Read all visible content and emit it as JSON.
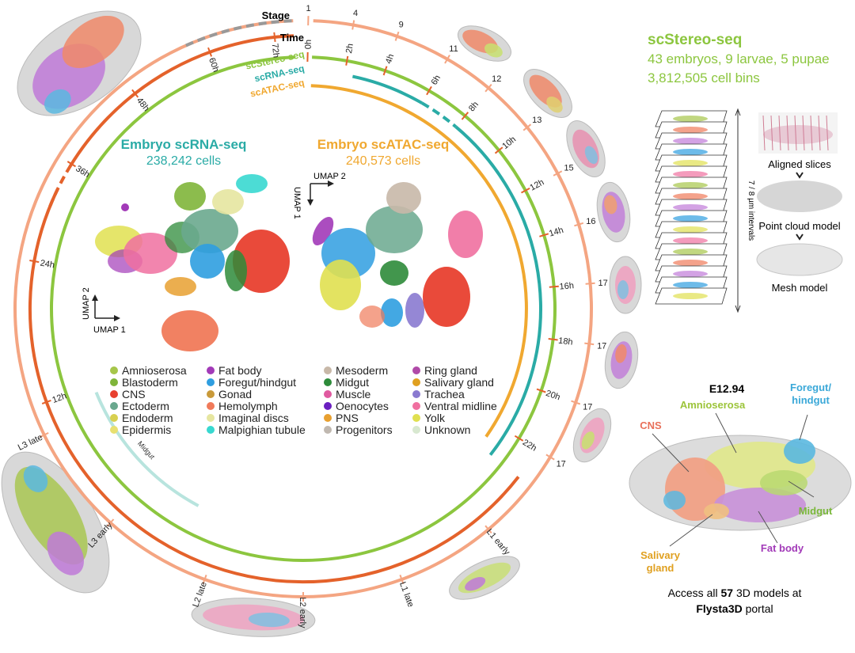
{
  "ring_labels": {
    "stage_label": "Stage",
    "time_label": "Time",
    "series": [
      {
        "name": "scStereo-seq",
        "color": "#8cc63f"
      },
      {
        "name": "scRNA-seq",
        "color": "#2aaba6"
      },
      {
        "name": "scATAC-seq",
        "color": "#f0a830"
      }
    ],
    "colors": {
      "stage": "#f4a582",
      "time_dark": "#e4622b",
      "stereo": "#8cc63f",
      "rna": "#2aaba6",
      "atac": "#f0a830",
      "midgut": "#b8e4de"
    }
  },
  "stages": [
    {
      "label": "1",
      "angle": 1
    },
    {
      "label": "4",
      "angle": 10
    },
    {
      "label": "9",
      "angle": 19
    },
    {
      "label": "11",
      "angle": 30
    },
    {
      "label": "12",
      "angle": 40
    },
    {
      "label": "13",
      "angle": 51
    },
    {
      "label": "15",
      "angle": 62
    },
    {
      "label": "16",
      "angle": 73
    },
    {
      "label": "17",
      "angle": 85
    },
    {
      "label": "17",
      "angle": 97
    },
    {
      "label": "17",
      "angle": 109
    },
    {
      "label": "17",
      "angle": 121
    },
    {
      "label": "L1 early",
      "angle": 140
    },
    {
      "label": "L1 late",
      "angle": 160
    },
    {
      "label": "L2 early",
      "angle": 180
    },
    {
      "label": "L2 late",
      "angle": 200
    },
    {
      "label": "L3 early",
      "angle": 222
    },
    {
      "label": "L3 late",
      "angle": 244
    }
  ],
  "times_inner": [
    {
      "label": "0h",
      "angle": 1
    },
    {
      "label": "2h",
      "angle": 10
    },
    {
      "label": "4h",
      "angle": 19
    },
    {
      "label": "6h",
      "angle": 30
    },
    {
      "label": "8h",
      "angle": 40
    },
    {
      "label": "10h",
      "angle": 51
    },
    {
      "label": "12h",
      "angle": 62
    },
    {
      "label": "14h",
      "angle": 73
    },
    {
      "label": "16h",
      "angle": 85
    },
    {
      "label": "18h",
      "angle": 97
    },
    {
      "label": "20h",
      "angle": 109
    },
    {
      "label": "22h",
      "angle": 121
    }
  ],
  "times_outer": [
    {
      "label": "12h",
      "angle": 250
    },
    {
      "label": "24h",
      "angle": 280
    },
    {
      "label": "36h",
      "angle": 302
    },
    {
      "label": "48h",
      "angle": 322
    },
    {
      "label": "60h",
      "angle": 340
    },
    {
      "label": "72h",
      "angle": 354
    }
  ],
  "midgut_label": "Midgut",
  "rna_panel": {
    "title": "Embryo scRNA-seq",
    "count": "238,242 cells",
    "axis_y": "UMAP 2",
    "axis_x": "UMAP 1"
  },
  "atac_panel": {
    "title": "Embryo scATAC-seq",
    "count": "240,573 cells",
    "axis_y": "UMAP 2",
    "axis_x": "UMAP 1"
  },
  "legend": [
    {
      "label": "Amnioserosa",
      "color": "#a6c64a"
    },
    {
      "label": "Blastoderm",
      "color": "#7fb53a"
    },
    {
      "label": "CNS",
      "color": "#e8402f"
    },
    {
      "label": "Ectoderm",
      "color": "#6aa88e"
    },
    {
      "label": "Endoderm",
      "color": "#d8d050"
    },
    {
      "label": "Epidermis",
      "color": "#e8e070"
    },
    {
      "label": "Fat body",
      "color": "#a23ab8"
    },
    {
      "label": "Foregut/hindgut",
      "color": "#2f9ee0"
    },
    {
      "label": "Gonad",
      "color": "#c99a3a"
    },
    {
      "label": "Hemolymph",
      "color": "#f07a5a"
    },
    {
      "label": "Imaginal discs",
      "color": "#e6e6a0"
    },
    {
      "label": "Malpighian tubule",
      "color": "#38d8d0"
    },
    {
      "label": "Mesoderm",
      "color": "#c8b8a8"
    },
    {
      "label": "Midgut",
      "color": "#2e8b3a"
    },
    {
      "label": "Muscle",
      "color": "#e05aa0"
    },
    {
      "label": "Oenocytes",
      "color": "#6a1fc0"
    },
    {
      "label": "PNS",
      "color": "#e8a030"
    },
    {
      "label": "Progenitors",
      "color": "#c0b8b0"
    },
    {
      "label": "Ring gland",
      "color": "#b04aa8"
    },
    {
      "label": "Salivary gland",
      "color": "#e0a020"
    },
    {
      "label": "Trachea",
      "color": "#8a7ad0"
    },
    {
      "label": "Ventral midline",
      "color": "#f070a0"
    },
    {
      "label": "Yolk",
      "color": "#e0e050"
    },
    {
      "label": "Unknown",
      "color": "#d8e8d0"
    }
  ],
  "stereo": {
    "title": "scStereo-seq",
    "line1": "43 embryos, 9 larvae, 5 pupae",
    "line2": "3,812,505 cell bins",
    "interval_label": "7 / 8 µm intervals",
    "aligned_label": "Aligned slices",
    "point_cloud_label": "Point cloud model",
    "mesh_label": "Mesh model"
  },
  "model": {
    "title": "E12.94",
    "labels": {
      "cns": "CNS",
      "amnioserosa": "Amnioserosa",
      "foregut_line1": "Foregut/",
      "foregut_line2": "hindgut",
      "midgut": "Midgut",
      "fat_body": "Fat body",
      "salivary_line1": "Salivary",
      "salivary_line2": "gland"
    },
    "label_colors": {
      "cns": "#e8705a",
      "amnioserosa": "#9cc43a",
      "foregut": "#3aa8d8",
      "midgut": "#7ab83a",
      "fat_body": "#a23ab8",
      "salivary": "#e0a020"
    },
    "access_prefix": "Access all ",
    "access_count": "57",
    "access_suffix": " 3D models at",
    "portal_name": "Flysta3D",
    "portal_suffix": " portal"
  }
}
